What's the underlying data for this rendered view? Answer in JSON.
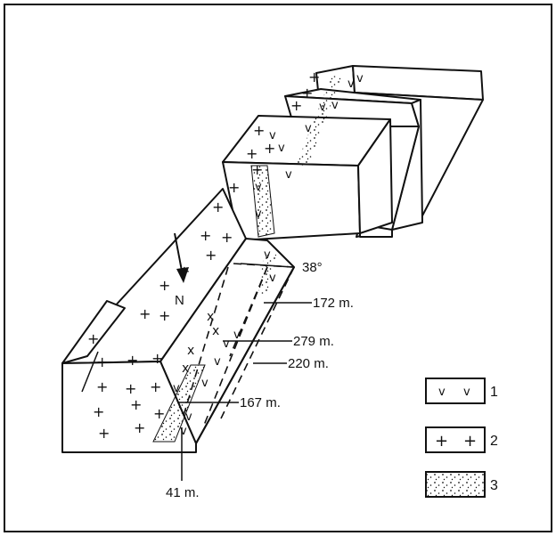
{
  "annotations": {
    "dip_angle": "38°",
    "depth_a": "172 m.",
    "depth_b": "279 m.",
    "depth_c": "220 m.",
    "depth_d": "167 m.",
    "depth_e": "41 m."
  },
  "north_arrow": {
    "label": "N"
  },
  "legend": {
    "items": [
      {
        "number": "1",
        "pattern": "v-pattern"
      },
      {
        "number": "2",
        "pattern": "plus-pattern"
      },
      {
        "number": "3",
        "pattern": "dot-stipple"
      }
    ]
  }
}
